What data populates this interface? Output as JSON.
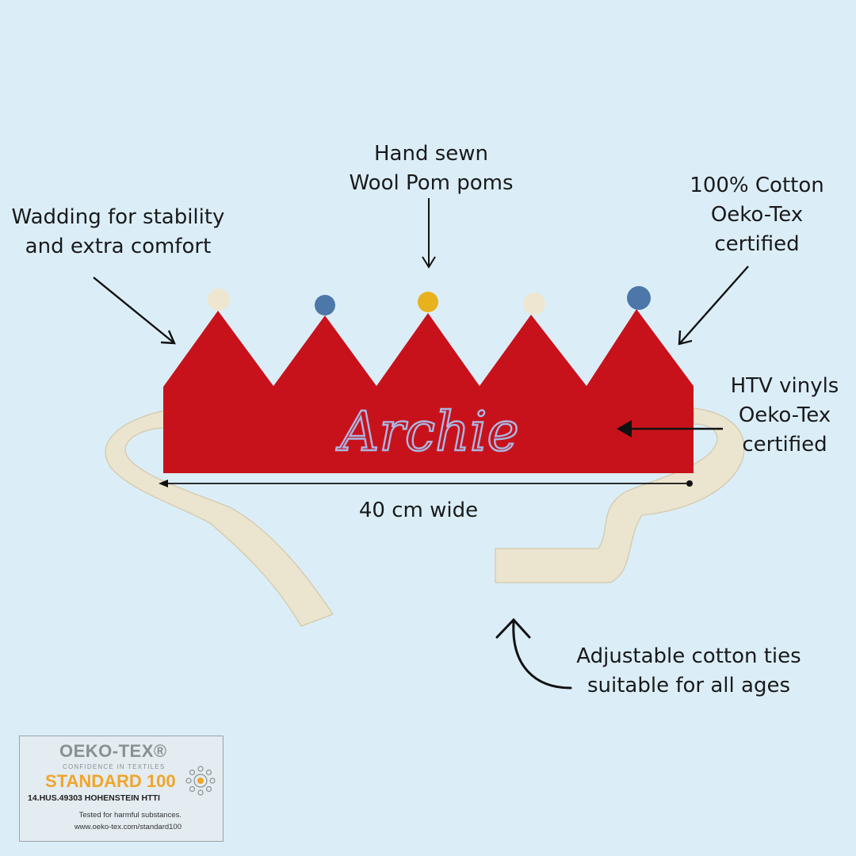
{
  "annotations": {
    "pompoms": "Hand sewn\nWool Pom poms",
    "wadding": "Wadding for stability\nand extra comfort",
    "cotton": "100% Cotton\nOeko-Tex\ncertified",
    "htv": "HTV vinyls\nOeko-Tex\ncertified",
    "width": "40 cm wide",
    "ties": "Adjustable cotton ties\nsuitable for all ages"
  },
  "crown": {
    "name": "Archie",
    "colors": {
      "fabric": "#c8121b",
      "lettering": "#a9b7e3",
      "ties": "#ebe4cf"
    },
    "pompom_colors": [
      "#efe6cf",
      "#4c77a8",
      "#e8b21e",
      "#efe6cf",
      "#4c77a8"
    ]
  },
  "badge": {
    "brand": "OEKO-TEX®",
    "tagline": "CONFIDENCE IN TEXTILES",
    "standard": "STANDARD 100",
    "code": "14.HUS.49303 HOHENSTEIN HTTI",
    "tested": "Tested for harmful substances.",
    "url": "www.oeko-tex.com/standard100",
    "accent_color": "#f0a52a"
  }
}
